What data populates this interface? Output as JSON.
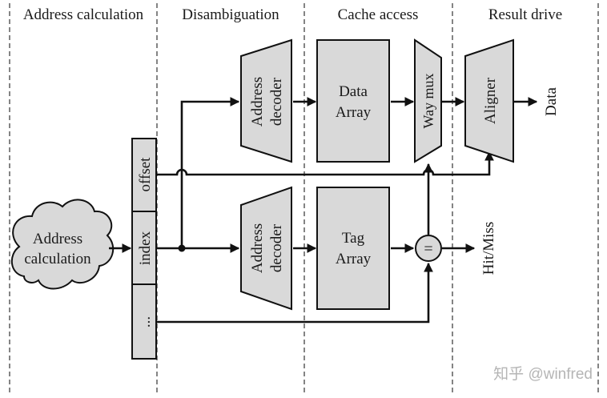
{
  "stages": [
    {
      "label": "Address calculation"
    },
    {
      "label": "Disambiguation"
    },
    {
      "label": "Cache access"
    },
    {
      "label": "Result drive"
    }
  ],
  "cloud": {
    "line1": "Address",
    "line2": "calculation"
  },
  "address_register": {
    "fields": [
      "offset",
      "index",
      "..."
    ]
  },
  "decoder_top": {
    "line1": "Address",
    "line2": "decoder"
  },
  "decoder_bottom": {
    "line1": "Address",
    "line2": "decoder"
  },
  "data_array": {
    "line1": "Data",
    "line2": "Array"
  },
  "tag_array": {
    "line1": "Tag",
    "line2": "Array"
  },
  "way_mux": {
    "label": "Way mux"
  },
  "comparator": {
    "symbol": "="
  },
  "aligner": {
    "label": "Aligner"
  },
  "outputs": {
    "data": "Data",
    "hit_miss": "Hit/Miss"
  },
  "watermark": {
    "text": "知乎 @winfred"
  },
  "colors": {
    "box_fill": "#d9d9d9",
    "stroke": "#111111"
  }
}
